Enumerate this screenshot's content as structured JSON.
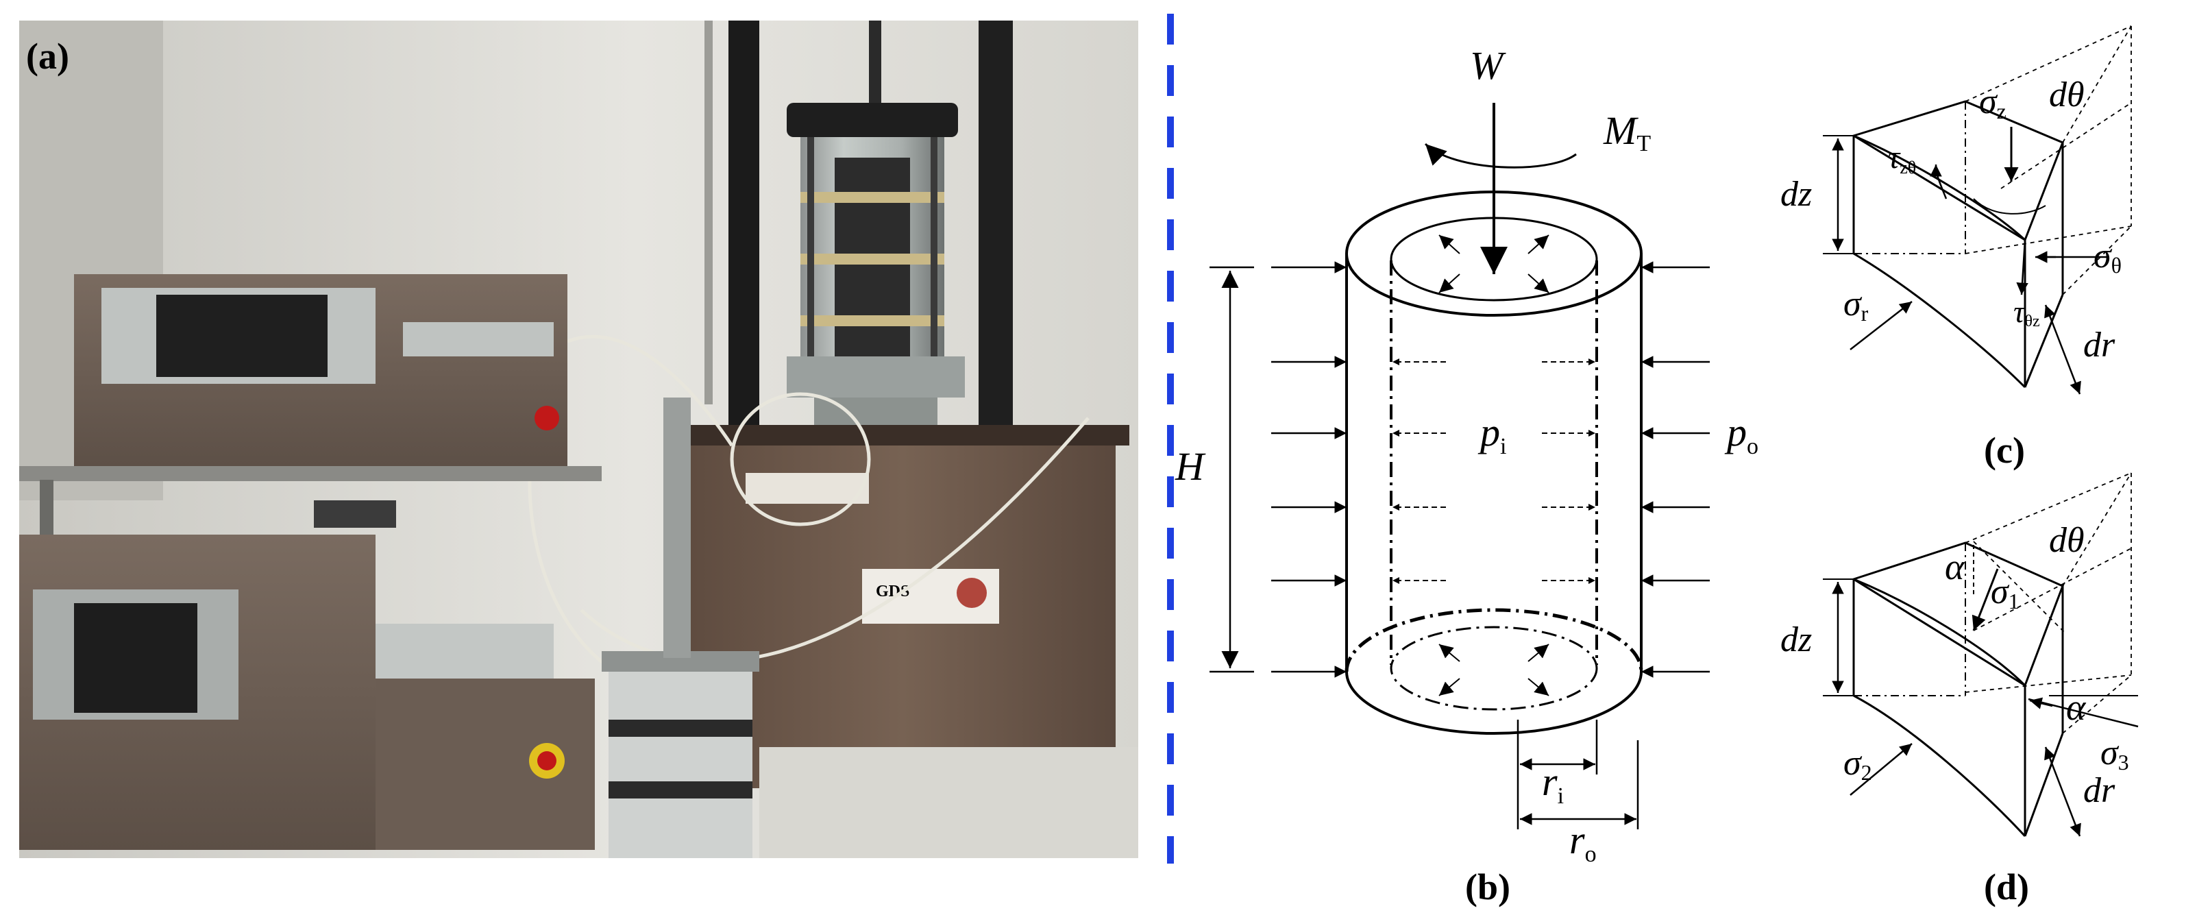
{
  "panels": {
    "a": {
      "label": "(a)",
      "logo_text": "GDS"
    },
    "b": {
      "label": "(b)",
      "W": "W",
      "M": "M",
      "M_sub": "T",
      "H": "H",
      "p": "p",
      "pi_sub": "i",
      "po_sub": "o",
      "r": "r",
      "ri_sub": "i",
      "ro_sub": "o"
    },
    "c": {
      "label": "(c)",
      "sigma": "σ",
      "sz_sub": "z",
      "sth_sub": "θ",
      "sr_sub": "r",
      "tau": "τ",
      "tzt_sub": "zθ",
      "ttz_sub": "θz",
      "dtheta": "dθ",
      "dz": "dz",
      "dr": "dr"
    },
    "d": {
      "label": "(d)",
      "sigma": "σ",
      "s1_sub": "1",
      "s2_sub": "2",
      "s3_sub": "3",
      "alpha": "α",
      "dtheta": "dθ",
      "dz": "dz",
      "dr": "dr"
    }
  },
  "colors": {
    "divider": "#1f3fe0",
    "photo_wall": "#d9d9d4",
    "machine_brown": "#6f5a4c"
  }
}
